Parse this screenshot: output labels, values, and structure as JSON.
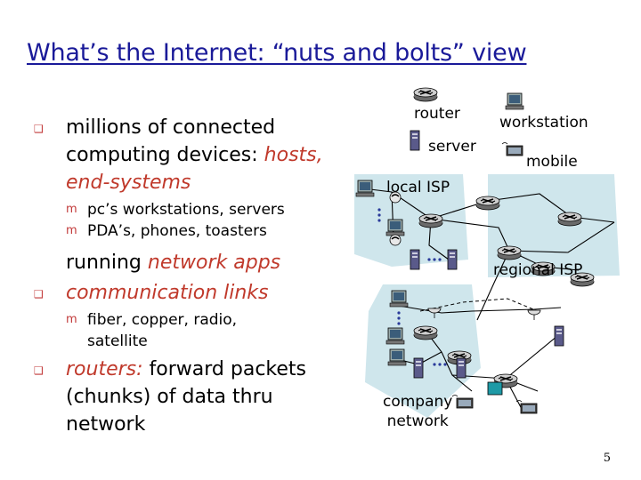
{
  "slide": {
    "title": "What’s the Internet: “nuts and bolts” view",
    "page_number": "5"
  },
  "bullets": [
    {
      "lines": [
        "millions of connected",
        "computing devices:",
        "end-systems"
      ],
      "highlight": "hosts,"
    },
    {
      "sub": [
        "pc’s workstations, servers",
        "PDA’s, phones, toasters"
      ]
    },
    {
      "tail": "running",
      "highlight": "network apps"
    },
    {
      "highlight": "communication links"
    },
    {
      "sub": [
        "fiber, copper, radio,",
        "satellite"
      ]
    },
    {
      "highlight": "routers:",
      "lines": [
        "forward packets",
        "(chunks) of data thru",
        "network"
      ]
    }
  ],
  "diagram": {
    "legend": {
      "router": "router",
      "workstation": "workstation",
      "server": "server",
      "mobile": "mobile"
    },
    "areas": {
      "local_isp": "local ISP",
      "regional_isp": "regional ISP",
      "company_network_line1": "company",
      "company_network_line2": "network"
    },
    "colors": {
      "title": "#1a1a99",
      "accent": "#c0392b",
      "cloud": "#cfe6ec",
      "link": "#000000"
    },
    "icons": [
      "router-icon",
      "workstation-icon",
      "server-icon",
      "mobile-icon",
      "phone-icon",
      "satellite-dish-icon"
    ]
  }
}
